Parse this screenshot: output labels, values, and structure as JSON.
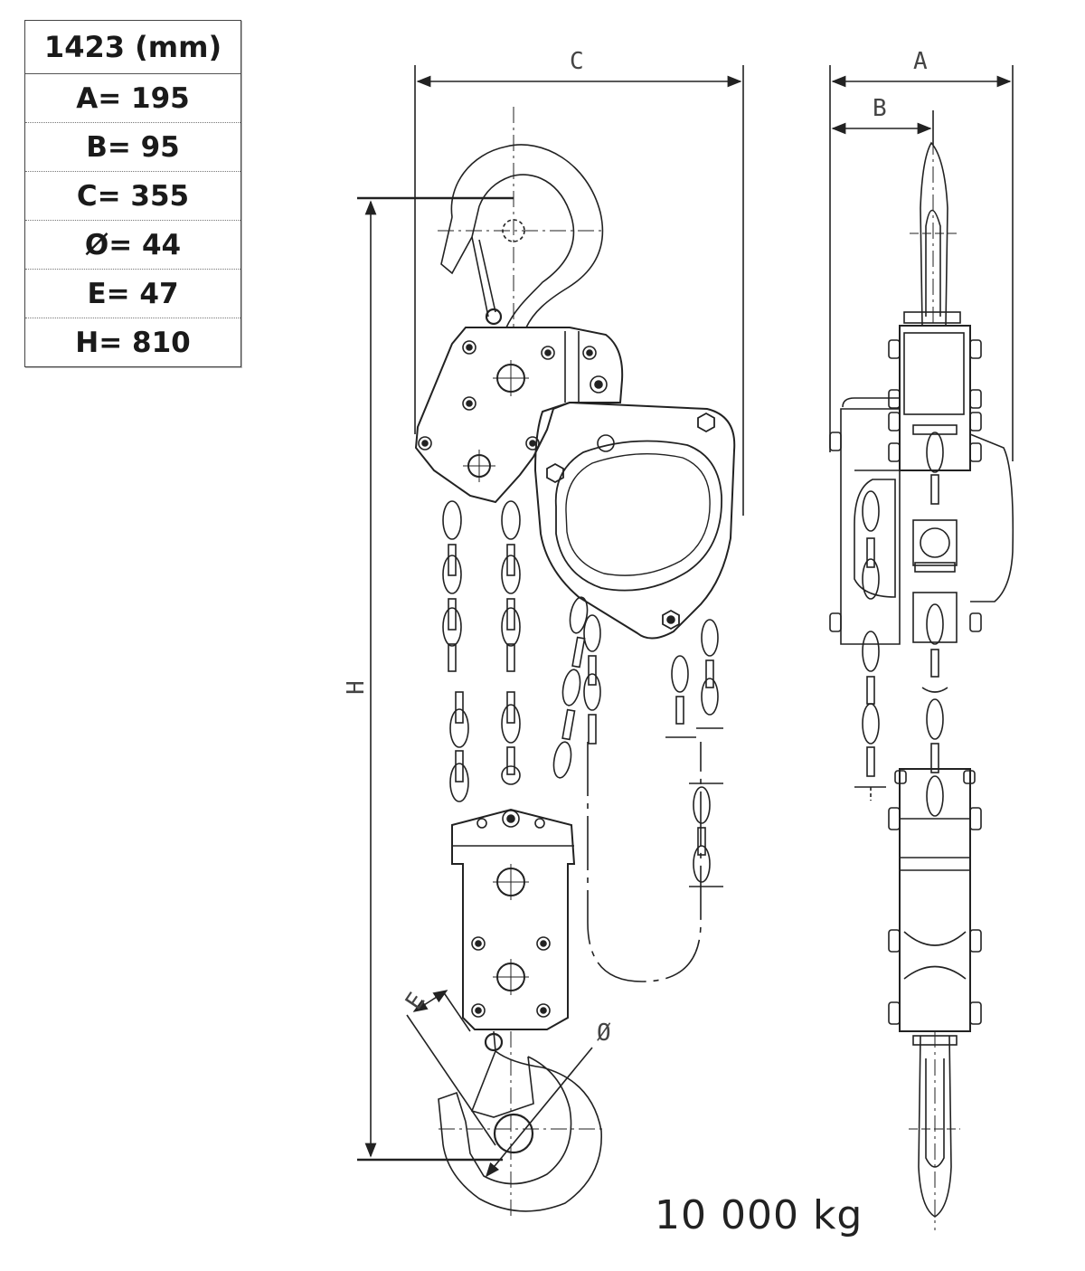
{
  "spec_table": {
    "header": "1423 (mm)",
    "rows": [
      {
        "text": "A= 195"
      },
      {
        "text": "B= 95"
      },
      {
        "text": "C= 355"
      },
      {
        "text": "Ø= 44"
      },
      {
        "text": "E= 47"
      },
      {
        "text": "H= 810"
      }
    ]
  },
  "drawing_labels": {
    "c": "C",
    "a": "A",
    "b": "B",
    "h": "H",
    "e": "E",
    "phi": "Ø"
  },
  "capacity": "10 000 kg"
}
